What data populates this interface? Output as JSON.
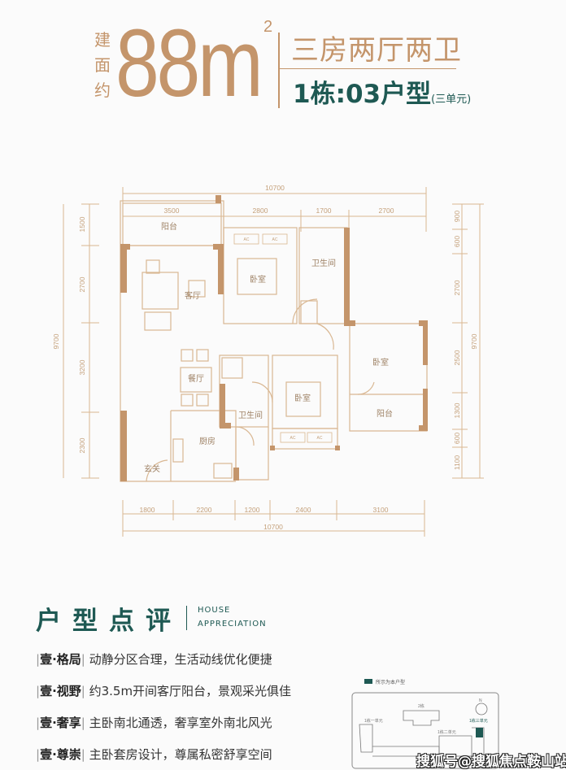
{
  "header": {
    "area_prefix": "建面约",
    "area_value": "88m",
    "area_unit_sup": "2",
    "layout_type": "三房两厅两卫",
    "unit_id": "1栋:03户型",
    "unit_sub": "(三单元)"
  },
  "floorplan": {
    "top_total": "10700",
    "top_segments": [
      "3500",
      "2800",
      "1700",
      "2700"
    ],
    "bottom_segments": [
      "1800",
      "2200",
      "1200",
      "2400",
      "3100"
    ],
    "bottom_total": "10700",
    "left_segments": [
      "1500",
      "2700",
      "3200",
      "2300"
    ],
    "left_total": "9700",
    "right_segments": [
      "900",
      "600",
      "2700",
      "2500",
      "1300",
      "600",
      "1100"
    ],
    "right_total": "9700",
    "rooms": {
      "balcony_north": "阳台",
      "living": "客厅",
      "bedroom_1": "卧室",
      "bath_1": "卫生间",
      "dining": "餐厅",
      "bath_2": "卫生间",
      "bedroom_3": "卧室",
      "master_bedroom": "卧室",
      "balcony_south": "阳台",
      "kitchen": "厨房",
      "entry": "玄关",
      "ac": "AC"
    },
    "wall_color": "#c4956b",
    "line_color": "#d9b792"
  },
  "appreciation": {
    "title": "户型点评",
    "en_line1": "HOUSE",
    "en_line2": "APPRECIATION",
    "items": [
      {
        "label": "壹·格局",
        "text": "动静分区合理，生活动线优化便捷"
      },
      {
        "label": "壹·视野",
        "text": "约3.5m开间客厅阳台，景观采光俱佳"
      },
      {
        "label": "壹·奢享",
        "text": "主卧南北通透，奢享室外南北风光"
      },
      {
        "label": "壹·尊崇",
        "text": "主卧套房设计，尊属私密舒享空间"
      }
    ]
  },
  "site_map": {
    "legend": "所示为本户型",
    "north": "N",
    "building_2": "2栋",
    "unit_1": "1栋一单元",
    "unit_2": "1栋二单元",
    "unit_3": "1栋三单元",
    "highlight_color": "#1e5953"
  },
  "watermark": "搜狐号@搜狐焦点鞍山站"
}
